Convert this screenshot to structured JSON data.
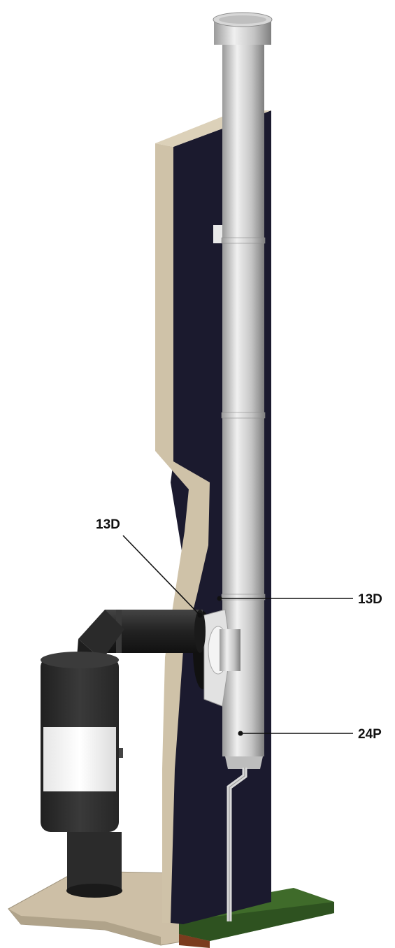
{
  "callouts": [
    {
      "id": "upper-left",
      "label": "13D"
    },
    {
      "id": "right",
      "label": "13D"
    },
    {
      "id": "lower-right",
      "label": "24P"
    }
  ],
  "colors": {
    "wall_dark": "#1b1a2e",
    "wall_edge": "#cfc2a8",
    "pipe_light": "#e6e6e6",
    "pipe_mid": "#bcbcbc",
    "pipe_dark": "#8d8d8d",
    "stove_body": "#333333",
    "stove_window": "#f2f2f2",
    "floor_stone": "#cdbfa6",
    "grass": "#3f6b2a"
  },
  "icons": [
    "chimney-diagram"
  ]
}
